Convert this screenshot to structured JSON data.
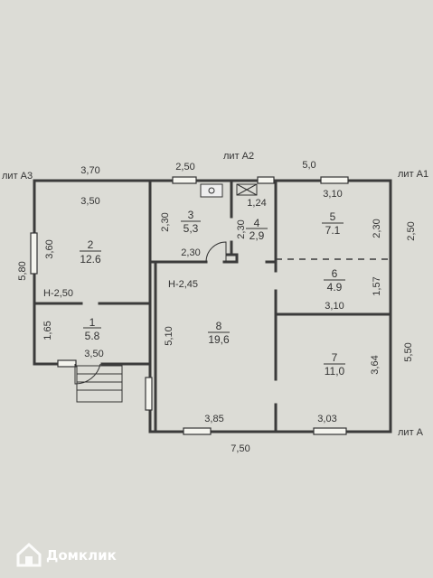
{
  "plan": {
    "markers": {
      "lit_a2": "лит А2",
      "lit_a3": "лит А3",
      "lit_a1": "лит А1",
      "lit_a": "лит А"
    },
    "rooms": [
      {
        "number": "1",
        "area": "5.8"
      },
      {
        "number": "2",
        "area": "12.6"
      },
      {
        "number": "3",
        "area": "5,3"
      },
      {
        "number": "4",
        "area": "2,9"
      },
      {
        "number": "5",
        "area": "7.1"
      },
      {
        "number": "6",
        "area": "4.9"
      },
      {
        "number": "7",
        "area": "11,0"
      },
      {
        "number": "8",
        "area": "19,6"
      }
    ],
    "heights": {
      "h1": "Н-2,50",
      "h2": "Н-2,45"
    },
    "dims": {
      "top_a3": "3,70",
      "top_mid": "2,50",
      "top_right": "5,0",
      "r2_top": "3,50",
      "r2_side": "3,60",
      "left_total": "5,80",
      "r1_side": "1,65",
      "r1_bottom": "3,50",
      "r3_side": "2,30",
      "r3_bottom": "2,30",
      "r4_top": "1,24",
      "r4_side": "2,30",
      "r5_top": "3,10",
      "r5_side": "2,30",
      "right_top": "2,50",
      "r6_side": "1,57",
      "r6_bottom": "3,10",
      "r7_side": "3,64",
      "right_bottom": "5,50",
      "r8_side": "5,10",
      "bottom_left": "3,85",
      "bottom_right": "3,03",
      "bottom_total": "7,50"
    }
  },
  "watermark": {
    "brand": "Домклик"
  }
}
